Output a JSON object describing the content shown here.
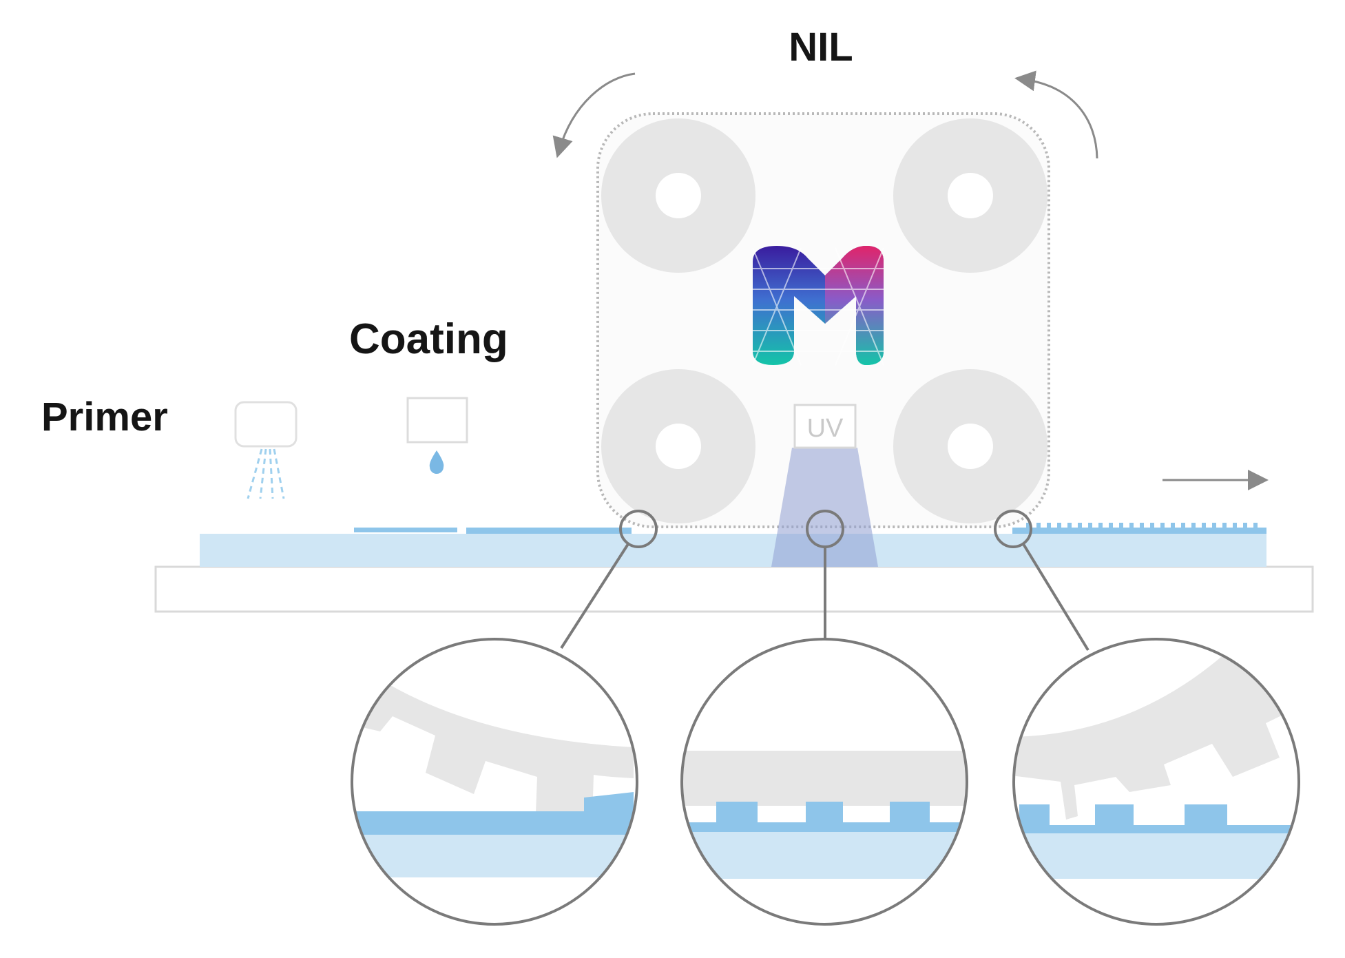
{
  "labels": {
    "nil": "NIL",
    "coating": "Coating",
    "primer": "Primer",
    "uv": "UV"
  },
  "colors": {
    "belt_gray": "#e6e6e6",
    "stamp_outline": "#b8b8b8",
    "substrate_light_blue": "#cfe6f5",
    "coating_blue": "#8ec5ea",
    "uv_beam": "#8f9fd2",
    "callout_line": "#7a7a7a",
    "logo_gradient": [
      "#3a1c9e",
      "#5b3cc4",
      "#e0246a",
      "#1f9fd8",
      "#14c4a8"
    ]
  },
  "icons": {
    "primer_sprayer": "spray-nozzle-icon",
    "coating_dispenser": "droplet-dispenser-icon",
    "logo": "m-logo-icon",
    "direction": "arrow-right-icon",
    "rotation": "curved-arrow-icon"
  }
}
